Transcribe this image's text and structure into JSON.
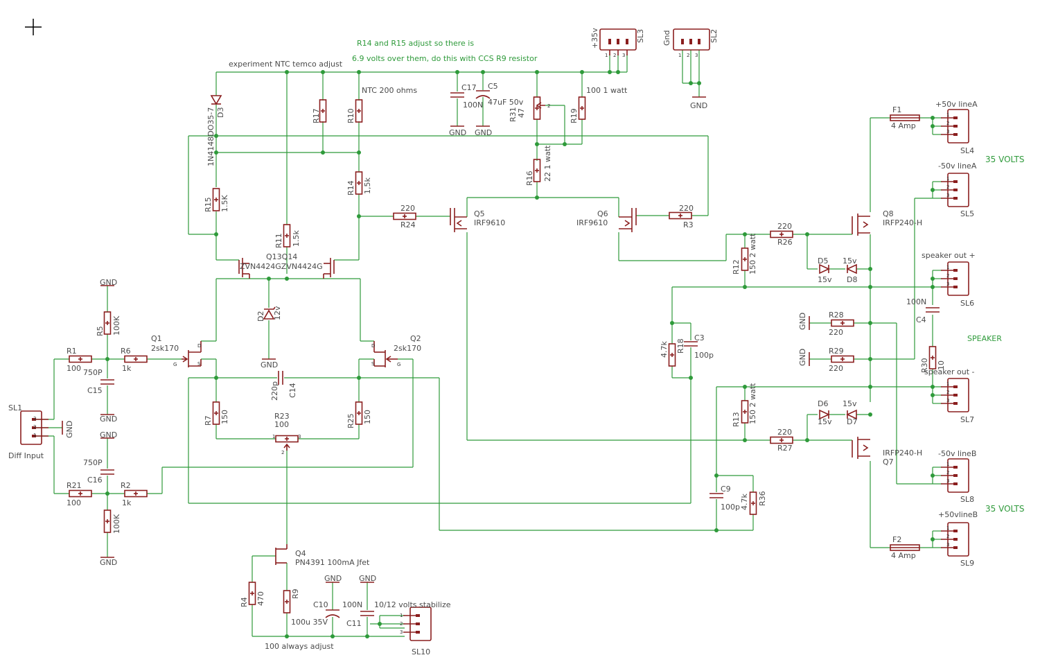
{
  "notes": {
    "top_line1": "R14 and R15 adjust so there is",
    "top_line2": "6.9 volts over them, do this with CCS R9 resistor",
    "ntc_adjust": "experiment NTC temco adjust",
    "ntc_value": "NTC 200 ohms",
    "always_adjust": "100 always adjust",
    "stabilize": "10/12 volts stabilize",
    "volts_a": "35 VOLTS",
    "volts_b": "35 VOLTS",
    "speaker": "SPEAKER"
  },
  "labels": {
    "gnd": "GND",
    "sl1": "SL1",
    "sl1_name": "Diff Input",
    "sl2": "SL2",
    "sl2_name": "Gnd",
    "sl3": "SL3",
    "sl3_name": "+35v",
    "sl4": "SL4",
    "sl4_name": "+50v lineA",
    "sl5": "SL5",
    "sl5_name": "-50v lineA",
    "sl6": "SL6",
    "sl6_name": "speaker out +",
    "sl7": "SL7",
    "sl7_name": "speaker out -",
    "sl8": "SL8",
    "sl8_name": "-50v lineB",
    "sl9": "SL9",
    "sl9_name": "+50vlineB",
    "sl10": "SL10",
    "r1": "R1",
    "r1_val": "100",
    "r21": "R21",
    "r21_val": "100",
    "r5": "R5",
    "r5_val": "100K",
    "r8_val": "100K",
    "r6": "R6",
    "r6_val": "1k",
    "r2": "R2",
    "r2_val": "1k",
    "c15": "C15",
    "c15_val": "750P",
    "c16": "C16",
    "c16_val": "750P",
    "q1": "Q1",
    "q1_val": "2sk170",
    "q2": "Q2",
    "q2_val": "2sk170",
    "r7": "R7",
    "r7_val": "150",
    "r25": "R25",
    "r25_val": "150",
    "r23": "R23",
    "r23_val": "100",
    "c14": "C14",
    "c14_val": "220p",
    "d2": "D2",
    "d2_val": "12v",
    "q13q14": "Q13Q14",
    "q13_val": "ZVN4424GZVN4424G",
    "r11": "R11",
    "r11_val": "1.5k",
    "r15": "R15",
    "r15_val": "1.5K",
    "r14": "R14",
    "r14_val": "1,5k",
    "r17": "R17",
    "r10": "R10",
    "d3": "D3",
    "d3_val": "1N4148DO35-7",
    "r24": "R24",
    "r24_val": "220",
    "r3": "R3",
    "r3_val": "220",
    "q5": "Q5",
    "q5_val": "IRF9610",
    "q6": "Q6",
    "q6_val": "IRF9610",
    "c17": "C17",
    "c17_val": "100N",
    "c5": "C5",
    "c5_val": "47uF 50v",
    "r31": "R31",
    "r31_val": "47",
    "r19": "R19",
    "r19_val": "100 1 watt",
    "r16": "R16",
    "r16_val": "22 1 watt",
    "f1": "F1",
    "f1_val": "4 Amp",
    "f2": "F2",
    "f2_val": "4 Amp",
    "q8": "Q8",
    "q8_val": "IRFP240-H",
    "q7": "Q7",
    "q7_val": "IRFP240-H",
    "r26": "R26",
    "r26_val": "220",
    "r27": "R27",
    "r27_val": "220",
    "r12": "R12",
    "r12_val": "150 2 watt",
    "r13": "R13",
    "r13_val": "150 2 watt",
    "d5": "D5",
    "d5_val": "15v",
    "d8": "D8",
    "d8_val": "15v",
    "d6": "D6",
    "d6_val": "15v",
    "d7": "D7",
    "d7_val": "15v",
    "c4": "C4",
    "c4_val": "100N",
    "r28": "R28",
    "r28_val": "220",
    "r29": "R29",
    "r29_val": "220",
    "r30": "R30",
    "r30_val": "10",
    "r18": "R18",
    "r18_val": "4.7k",
    "c3": "C3",
    "c3_val": "100p",
    "c9": "C9",
    "c9_val": "100p",
    "r36": "R36",
    "r36_val": "4.7k",
    "q4": "Q4",
    "q4_val": "PN4391 100mA Jfet",
    "r4": "R4",
    "r4_val": "470",
    "r9": "R9",
    "c10": "C10",
    "c10_val": "100u 35V",
    "c11": "C11",
    "c11_val": "100N",
    "pin1": "1",
    "pin2": "2",
    "pin3": "3",
    "pin_g": "G",
    "pin_d": "D",
    "pin_s": "S"
  }
}
